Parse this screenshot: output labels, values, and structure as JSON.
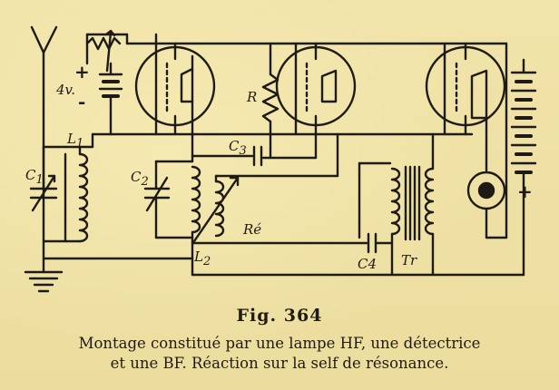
{
  "figure": {
    "title": "Fig. 364",
    "caption_line1": "Montage constitué par une lampe HF, une détectrice",
    "caption_line2": "et une BF. Réaction sur la self de résonance."
  },
  "labels": {
    "battery_4v": "4v.",
    "plus": "+",
    "minus": "-",
    "L1": "L",
    "L1_sub": "1",
    "C1": "C",
    "C1_sub": "1",
    "C2": "C",
    "C2_sub": "2",
    "C3": "C",
    "C3_sub": "3",
    "C4": "C4",
    "L2": "L",
    "L2_sub": "2",
    "R": "R",
    "Re": "Ré",
    "Tr": "Tr",
    "ht_plus": "+"
  },
  "colors": {
    "ink": "#1e1a14",
    "paper": "#efe2a6"
  }
}
